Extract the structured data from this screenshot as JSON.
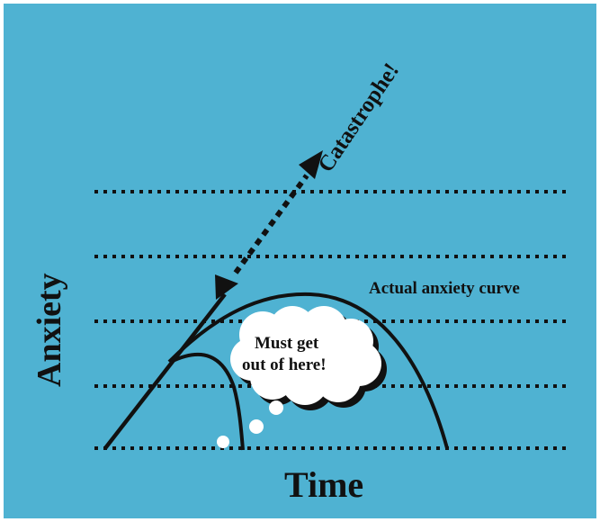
{
  "colors": {
    "background": "#4fb2d2",
    "ink": "#111111",
    "bubble": "#ffffff"
  },
  "labels": {
    "catastrophe": "Catastrophe!",
    "actual_curve": "Actual anxiety curve",
    "thought_line1": "Must get",
    "thought_line2": "out of here!",
    "y_axis": "Anxiety",
    "x_axis": "Time"
  }
}
